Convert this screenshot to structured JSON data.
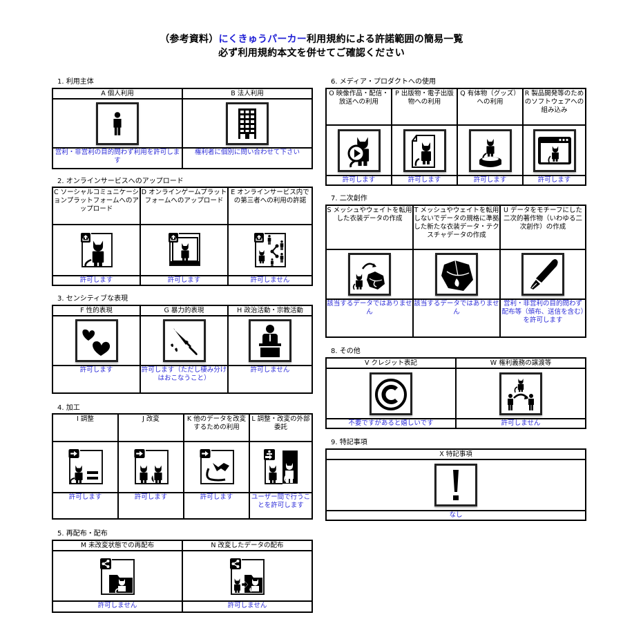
{
  "title": {
    "line1_prefix": "（参考資料）",
    "line1_brand": "にくきゅうパーカー",
    "line1_suffix": "利用規約による許諾範囲の簡易一覧",
    "line2": "必ず利用規約本文を併せてご確認ください"
  },
  "colors": {
    "accent": "#2323d6",
    "status_text": "#2b2bd8",
    "border": "#000000"
  },
  "sections": [
    {
      "label": "1. 利用主体",
      "items": [
        {
          "header": "A 個人利用",
          "icon": "person-icon",
          "status": "営利・非営利の目的問わず利用を許可します"
        },
        {
          "header": "B 法人利用",
          "icon": "building-icon",
          "status": "権利者に個別に問い合わせて下さい"
        }
      ]
    },
    {
      "label": "2. オンラインサービスへのアップロード",
      "items": [
        {
          "header": "C ソーシャルコミュニケーションプラットフォームへのアップロード",
          "icon": "upload-sns-icon",
          "status": "許可します"
        },
        {
          "header": "D オンラインゲームプラットフォームへのアップロード",
          "icon": "upload-game-icon",
          "status": "許可します"
        },
        {
          "header": "E オンラインサービス内での第三者への利用の許諾",
          "icon": "upload-share-icon",
          "status": "許可しません"
        }
      ]
    },
    {
      "label": "3. センシティブな表現",
      "items": [
        {
          "header": "F 性的表現",
          "icon": "hearts-icon",
          "status": "許可します"
        },
        {
          "header": "G 暴力的表現",
          "icon": "knife-icon",
          "status": "許可します（ただし棲み分けはおこなうこと）"
        },
        {
          "header": "H 政治活動・宗教活動",
          "icon": "podium-icon",
          "status": "許可しません"
        }
      ]
    },
    {
      "label": "4. 加工",
      "items": [
        {
          "header": "I 調整",
          "icon": "adjust-icon",
          "status": "許可します"
        },
        {
          "header": "J 改変",
          "icon": "modify-icon",
          "status": "許可します"
        },
        {
          "header": "K 他のデータを改変するための利用",
          "icon": "parts-icon",
          "status": "許可します"
        },
        {
          "header": "L 調整・改変の外部委託",
          "icon": "outsource-icon",
          "status": "ユーザー間で行うことを許可します"
        }
      ]
    },
    {
      "label": "5. 再配布・配布",
      "items": [
        {
          "header": "M 未改変状態での再配布",
          "icon": "redistribute-icon",
          "status": "許可しません"
        },
        {
          "header": "N 改変したデータの配布",
          "icon": "distribute-modified-icon",
          "status": "許可しません"
        }
      ]
    },
    {
      "label": "6. メディア・プロダクトへの使用",
      "items": [
        {
          "header": "O 映像作品・配信・放送への利用",
          "icon": "video-icon",
          "status": "許可します"
        },
        {
          "header": "P 出版物・電子出版物への利用",
          "icon": "publication-icon",
          "status": "許可します"
        },
        {
          "header": "Q 有体物（グッズ）への利用",
          "icon": "goods-icon",
          "status": "許可します"
        },
        {
          "header": "R 製品開発等のためのソフトウェアへの組み込み",
          "icon": "software-icon",
          "status": "許可します"
        }
      ]
    },
    {
      "label": "7. 二次創作",
      "items": [
        {
          "header": "S メッシュやウェイトを転用した衣装データの作成",
          "icon": "costume-transfer-icon",
          "status": "該当するデータではありません"
        },
        {
          "header": "T メッシュやウェイトを転用しないでデータの規格に準拠した新たな衣装データ・テクスチャデータの作成",
          "icon": "costume-icon",
          "status": "該当するデータではありません"
        },
        {
          "header": "U データをモチーフにした二次的著作物（いわゆる二次創作）の作成",
          "icon": "pen-icon",
          "status": "営利・非営利の目的問わず配布等（頒布、送信を含む）を許可します"
        }
      ]
    },
    {
      "label": "8. その他",
      "items": [
        {
          "header": "V クレジット表記",
          "icon": "copyright-icon",
          "status": "不要ですがあると嬉しいです"
        },
        {
          "header": "W 権利義務の譲渡等",
          "icon": "transfer-icon",
          "status": "許可しません"
        }
      ]
    },
    {
      "label": "9. 特記事項",
      "items": [
        {
          "header": "X 特記事項",
          "icon": "exclamation-icon",
          "status": "なし"
        }
      ]
    }
  ]
}
